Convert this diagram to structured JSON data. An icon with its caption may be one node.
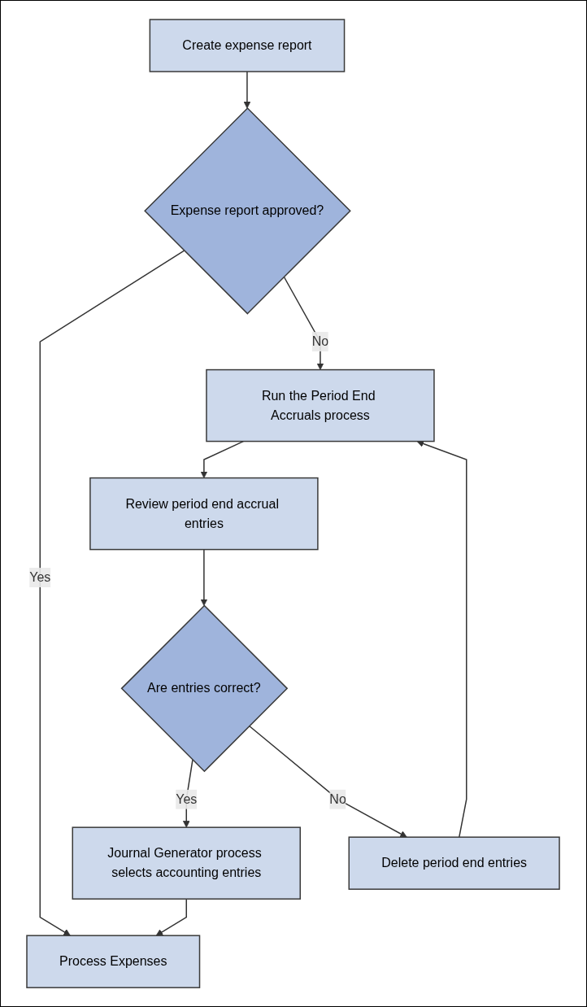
{
  "diagram": {
    "nodes": [
      {
        "text": [
          "Create expense report"
        ]
      },
      {
        "text": [
          "Expense report approved?"
        ]
      },
      {
        "text": [
          "Process Expenses"
        ]
      },
      {
        "text": [
          "Run the Period End Accruals process"
        ]
      },
      {
        "text": [
          "Review period end accrual entries"
        ]
      },
      {
        "text": [
          "Are entries correct?"
        ]
      },
      {
        "text": [
          "Journal Generator process selects accounting entries"
        ]
      },
      {
        "text": [
          "Delete period end entries"
        ]
      }
    ],
    "edges": [
      {
        "from": 0,
        "to": 1,
        "arrow": "to"
      },
      {
        "from": 1,
        "to": 2,
        "arrow": "to",
        "label": "Yes"
      },
      {
        "from": 1,
        "to": 3,
        "arrow": "to",
        "label": "No"
      },
      {
        "from": 3,
        "to": 4,
        "arrow": "to"
      },
      {
        "from": 4,
        "to": 5,
        "arrow": "to"
      },
      {
        "from": 5,
        "to": 6,
        "arrow": "to",
        "label": "Yes"
      },
      {
        "from": 5,
        "to": 7,
        "arrow": "to",
        "label": "No"
      },
      {
        "from": 7,
        "to": 3,
        "arrow": "to"
      },
      {
        "from": 6,
        "to": 2,
        "arrow": "to"
      }
    ]
  }
}
